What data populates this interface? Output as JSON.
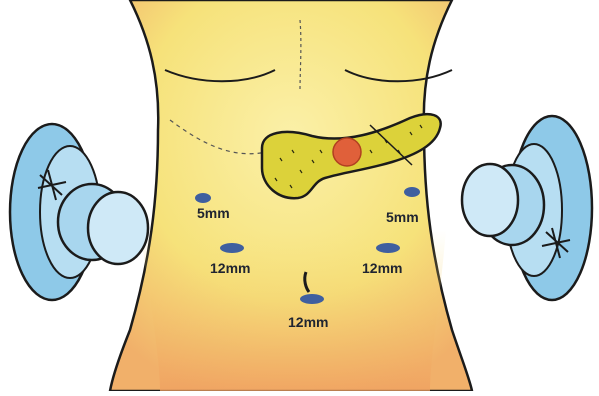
{
  "figure": {
    "port_labels": [
      "5mm",
      "5mm",
      "12mm",
      "12mm",
      "12mm"
    ]
  },
  "palette": {
    "skin": "#f6e27a",
    "skin_shadow": "#f0a86a",
    "pancreas": "#dcd23a",
    "tumor": "#e0603a",
    "port": "#3f5f9f",
    "retractor": "#8ec9e8",
    "outline": "#1b1b1b"
  }
}
